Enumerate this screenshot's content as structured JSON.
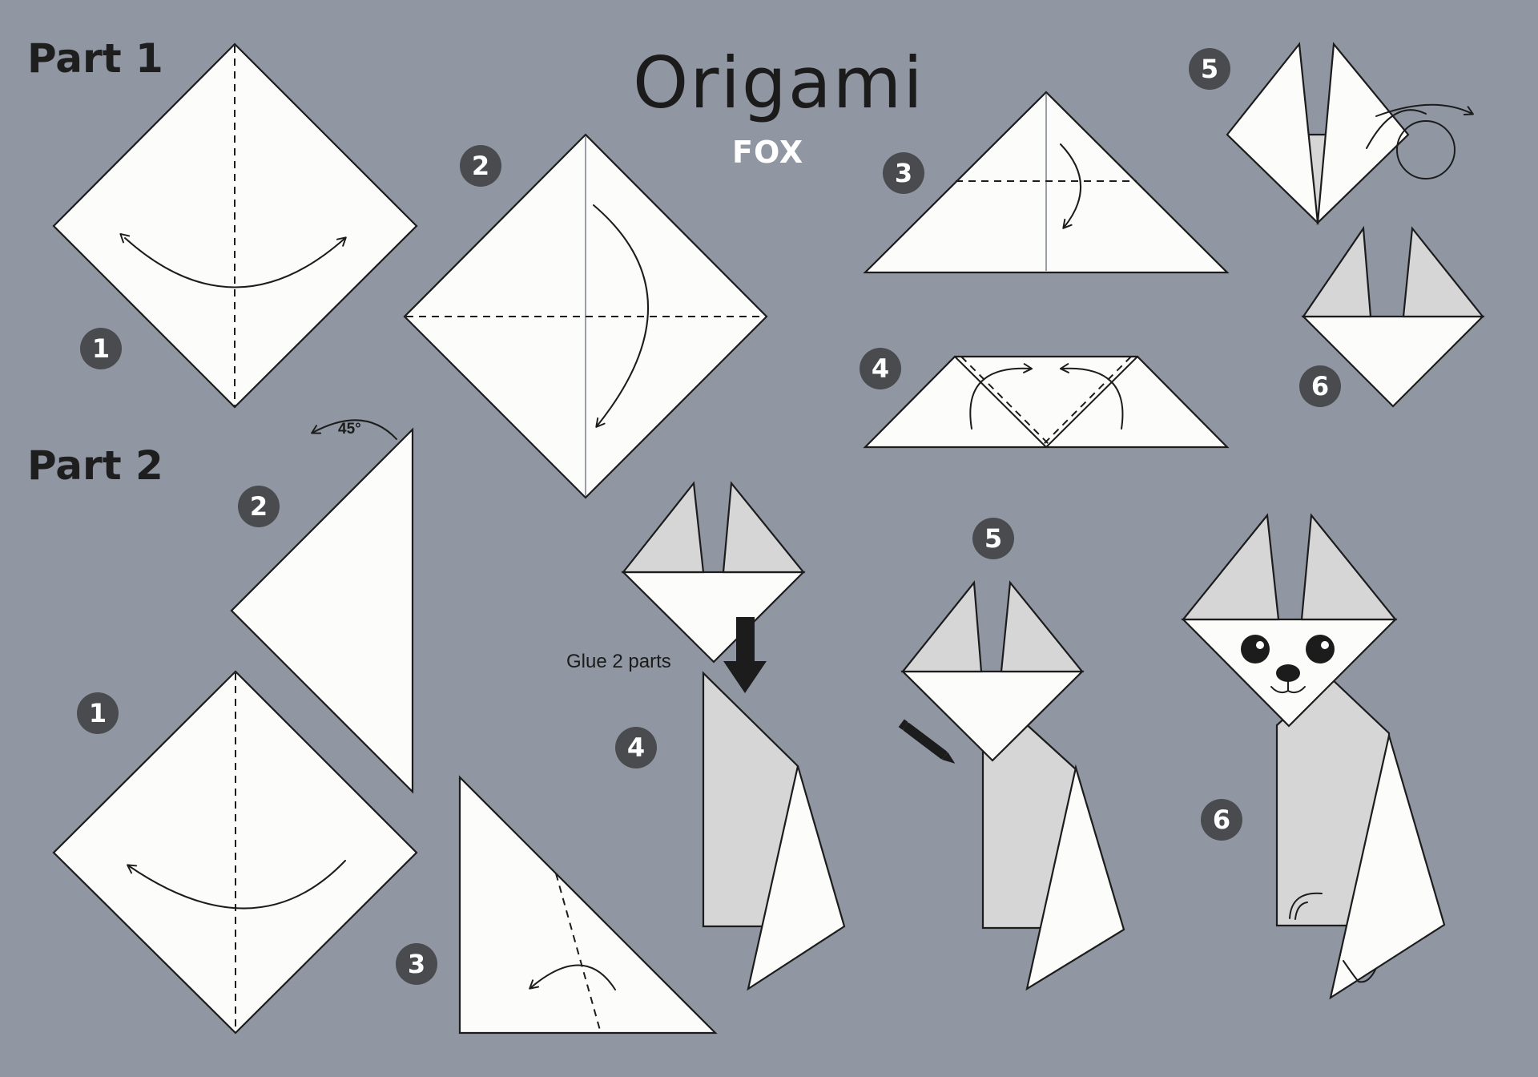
{
  "title": "Origami",
  "subtitle": "FOX",
  "parts": [
    {
      "label": "Part 1"
    },
    {
      "label": "Part 2"
    }
  ],
  "steps": {
    "p1": [
      "1",
      "2",
      "3",
      "4",
      "5",
      "6"
    ],
    "p2": [
      "1",
      "2",
      "3",
      "4",
      "5",
      "6"
    ]
  },
  "annotations": {
    "angle": "45°",
    "glue": "Glue 2 parts"
  },
  "colors": {
    "background": "#9097a2",
    "paper": "#fcfcfa",
    "shade": "#d6d6d6",
    "badge": "#4a4b4f",
    "subtitle": "#ffffff"
  },
  "icons": [
    "fold-arrow-icon",
    "down-arrow-icon",
    "pencil-icon",
    "eye-icon",
    "nose-icon"
  ]
}
